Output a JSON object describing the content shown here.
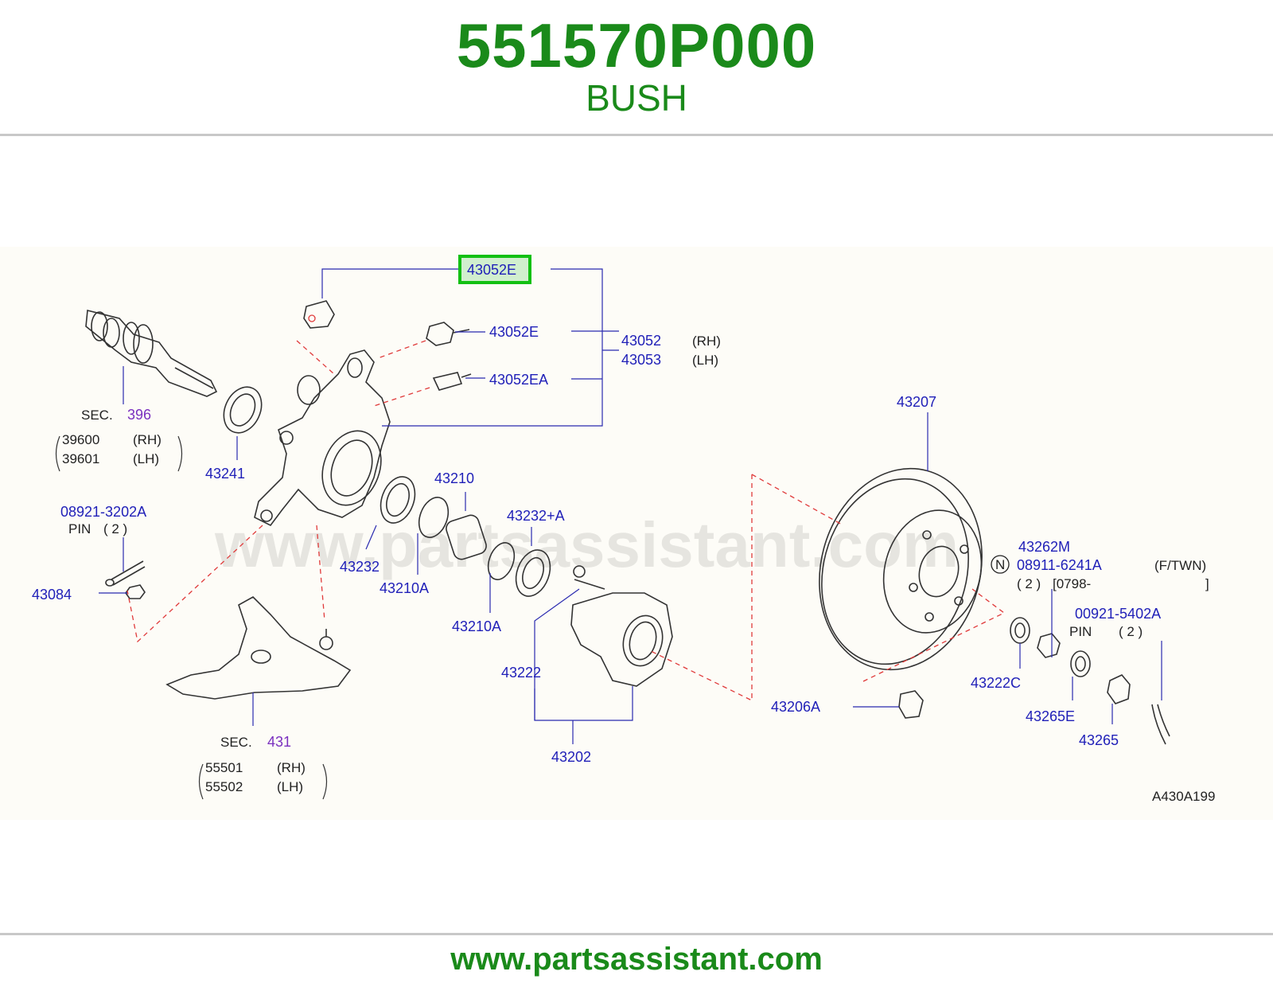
{
  "header": {
    "part_number": "551570P000",
    "part_name": "BUSH"
  },
  "footer": {
    "url": "www.partsassistant.com"
  },
  "watermark": "www.partsassistant.com",
  "highlight_label": "43052E",
  "labels": {
    "l43052E_a": "43052E",
    "l43052EA": "43052EA",
    "l43052": "43052",
    "l43053": "43053",
    "rh": "(RH)",
    "lh": "(LH)",
    "l43207": "43207",
    "sec396_pre": "SEC.",
    "sec396": "396",
    "l39600": "39600",
    "l39601": "39601",
    "l43241": "43241",
    "l43210": "43210",
    "l43232pA": "43232+A",
    "l08921": "08921-3202A",
    "pin": "PIN",
    "two": "( 2 )",
    "l43084": "43084",
    "l43232": "43232",
    "l43210A_a": "43210A",
    "l43210A_b": "43210A",
    "l43222": "43222",
    "l43202": "43202",
    "sec431_pre": "SEC.",
    "sec431": "431",
    "l55501": "55501",
    "l55502": "55502",
    "l43262M": "43262M",
    "n": "N",
    "l08911": "08911-6241A",
    "ftwn": "(F/TWN)",
    "two_b": "( 2 )",
    "range": "[0798-",
    "bracket": "]",
    "l00921": "00921-5402A",
    "pin_b": "PIN",
    "two_c": "( 2 )",
    "l43222C": "43222C",
    "l43206A": "43206A",
    "l43265E": "43265E",
    "l43265": "43265",
    "code": "A430A199"
  }
}
